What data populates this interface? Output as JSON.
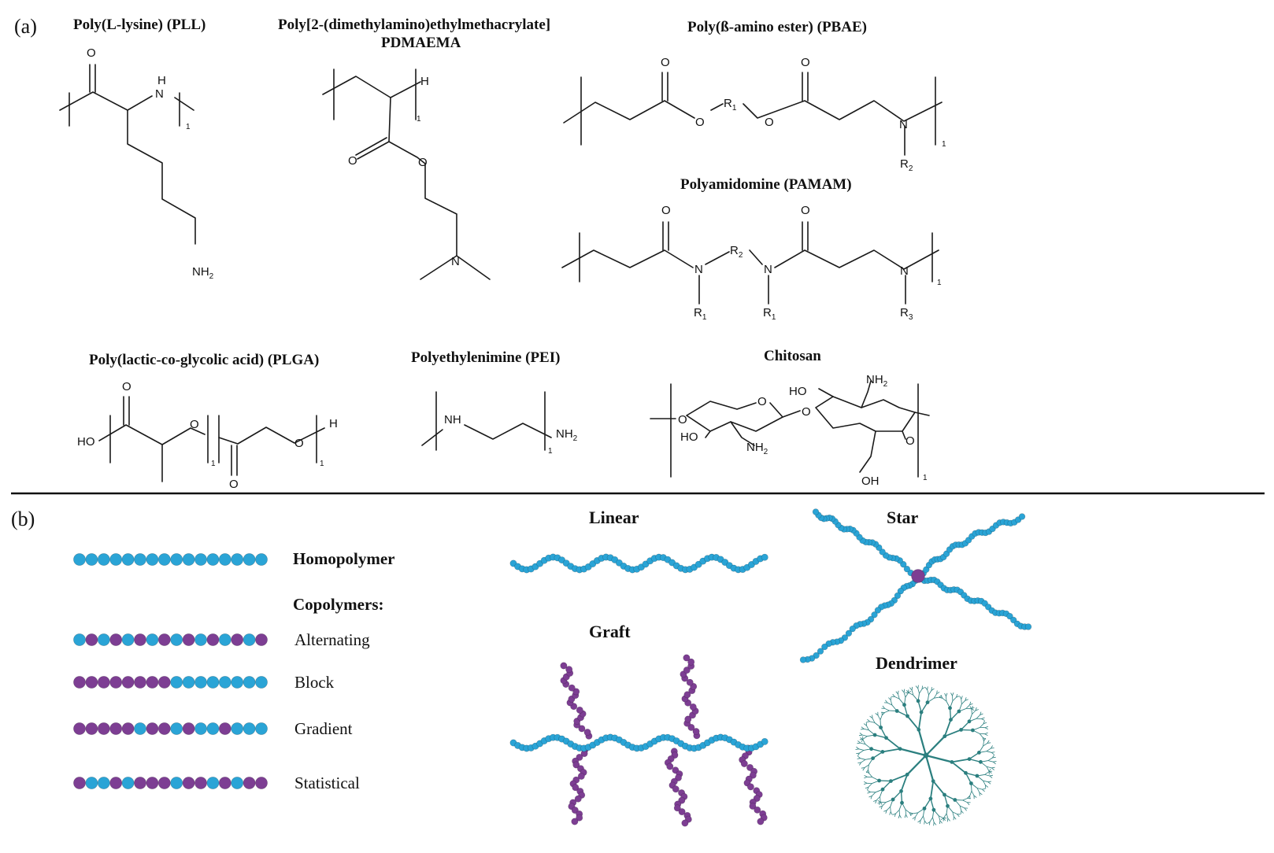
{
  "panels": {
    "a": "(a)",
    "b": "(b)"
  },
  "molecules": {
    "pll": {
      "title": "Poly(L-lysine) (PLL)",
      "atoms": {
        "o": "O",
        "nh_h": "H",
        "nh_n": "N",
        "nh2_a": "NH",
        "nh2_b": "2",
        "n": "1"
      }
    },
    "pdmaema": {
      "title_line1": "Poly[2-(dimethylamino)ethylmethacrylate]",
      "title_line2": "PDMAEMA",
      "atoms": {
        "h": "H",
        "n": "1",
        "o1": "O",
        "o2": "O",
        "nn": "N"
      }
    },
    "pbae": {
      "title": "Poly(ß-amino ester) (PBAE)",
      "atoms": {
        "o1": "O",
        "o2": "O",
        "o3": "O",
        "o4": "O",
        "r1a": "R",
        "r1b": "1",
        "nn": "N",
        "r2a": "R",
        "r2b": "2",
        "n": "1"
      }
    },
    "pamam": {
      "title": "Polyamidomine (PAMAM)",
      "atoms": {
        "o1": "O",
        "o2": "O",
        "n1": "N",
        "n2": "N",
        "n3": "N",
        "r2a": "R",
        "r2b": "2",
        "r1a": "R",
        "r1b": "1",
        "r1c": "R",
        "r1d": "1",
        "r3a": "R",
        "r3b": "3",
        "n": "1"
      }
    },
    "plga": {
      "title": "Poly(lactic-co-glycolic acid) (PLGA)",
      "atoms": {
        "ho": "HO",
        "o1": "O",
        "o2": "O",
        "o3": "O",
        "o4": "O",
        "h": "H",
        "n1": "1",
        "n2": "1"
      }
    },
    "pei": {
      "title": "Polyethylenimine (PEI)",
      "atoms": {
        "nh": "NH",
        "nh2a": "NH",
        "nh2b": "2",
        "n": "1"
      }
    },
    "chitosan": {
      "title": "Chitosan",
      "atoms": {
        "o1": "O",
        "o2": "O",
        "o3": "O",
        "o4": "O",
        "ho1": "HO",
        "ho2": "HO",
        "nh2a": "NH",
        "nh2b": "2",
        "nh2c": "NH",
        "nh2d": "2",
        "oh": "OH",
        "n": "1"
      }
    }
  },
  "sequences": {
    "homopolymer": "Homopolymer",
    "copolymers": "Copolymers:",
    "alternating": "Alternating",
    "block": "Block",
    "gradient": "Gradient",
    "statistical": "Statistical",
    "patterns": {
      "homopolymer": "BBBBBBBBBBBBBBBB",
      "alternating": "BPBPBPBPBPBPBPBP",
      "block": "PPPPPPPPBBBBBBBB",
      "gradient": "PPPPPBPPBPBBPBBB",
      "statistical": "PBBPBPPPBPPBPBPP"
    }
  },
  "architectures": {
    "linear": "Linear",
    "star": "Star",
    "graft": "Graft",
    "dendrimer": "Dendrimer"
  },
  "colors": {
    "blue": "#2aa4d6",
    "purple": "#7d3e93",
    "teal": "#2b7f7f",
    "ink": "#111111"
  }
}
